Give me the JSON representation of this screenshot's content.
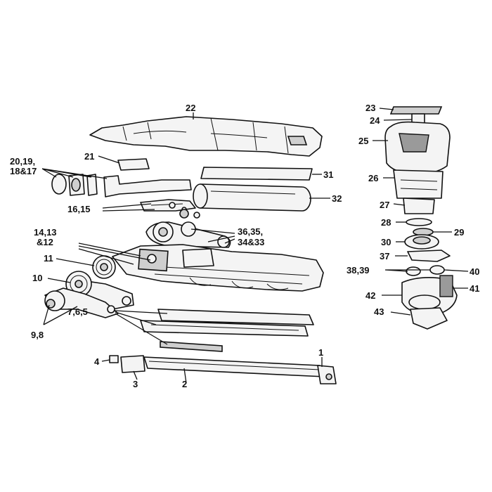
{
  "callouts": {
    "c1": "1",
    "c2": "2",
    "c3": "3",
    "c4": "4",
    "c765": "7,6,5",
    "c98": "9,8",
    "c10": "10",
    "c11": "11",
    "c141312a": "14,13",
    "c141312b": "&12",
    "c1615": "16,15",
    "c20191817a": "20,19,",
    "c20191817b": "18&17",
    "c21": "21",
    "c22": "22",
    "c23": "23",
    "c24": "24",
    "c25": "25",
    "c26": "26",
    "c27": "27",
    "c28": "28",
    "c29": "29",
    "c30": "30",
    "c31": "31",
    "c32": "32",
    "c36353433a": "36,35,",
    "c36353433b": "34&33",
    "c37": "37",
    "c3839": "38,39",
    "c40": "40",
    "c41": "41",
    "c42": "42",
    "c43": "43"
  }
}
